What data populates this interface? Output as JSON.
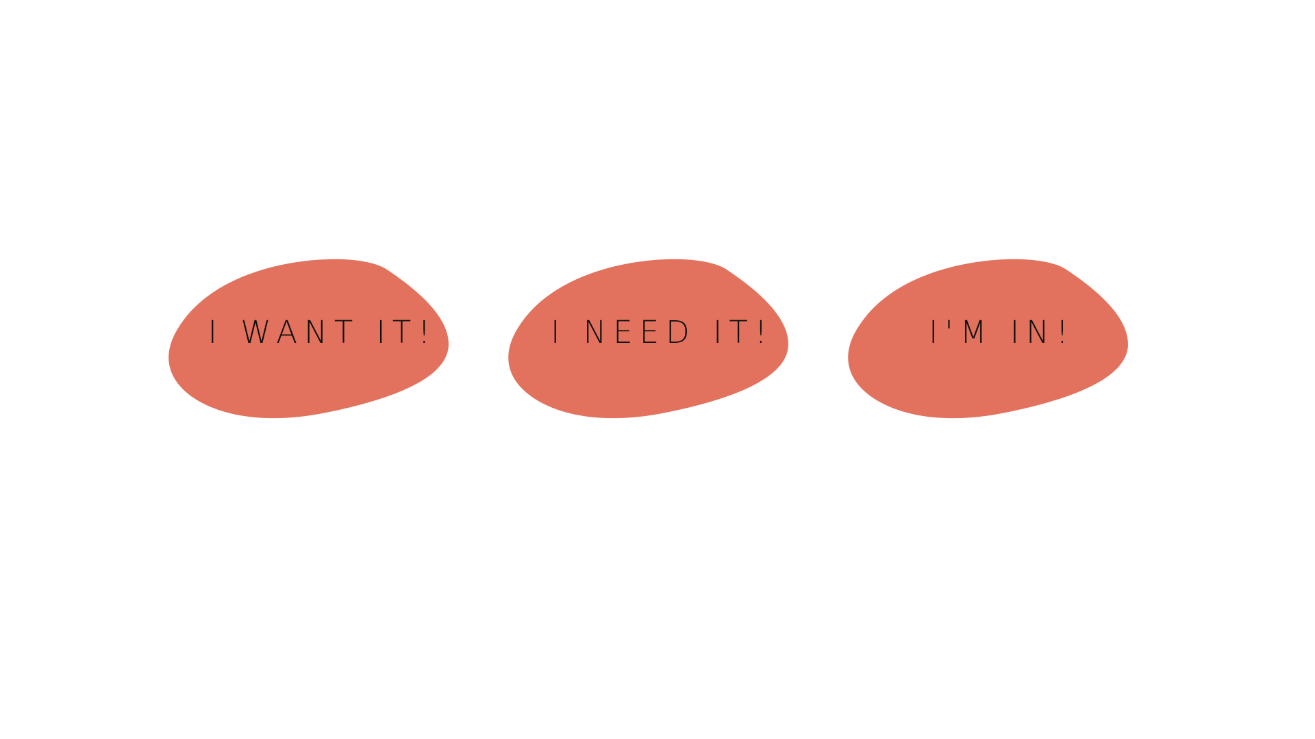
{
  "theme": {
    "background": "#ffffff",
    "blob_color": "#e2725d",
    "text_color": "#111111"
  },
  "buttons": [
    {
      "label": "I WANT IT!"
    },
    {
      "label": "I NEED IT!"
    },
    {
      "label": "I'M IN!"
    }
  ]
}
